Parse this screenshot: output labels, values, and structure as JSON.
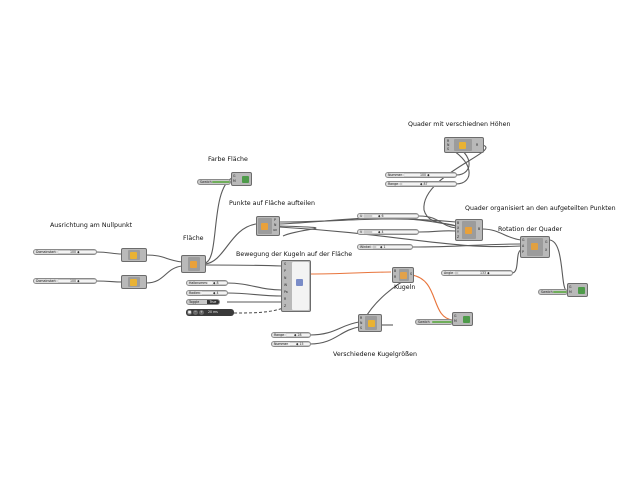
{
  "titles": {
    "ausrichtung": "Ausrichtung am Nullpunkt",
    "flaeche": "Fläche",
    "farbe_flaeche": "Farbe Fläche",
    "punkte": "Punkte auf Fläche aufteilen",
    "quader_hoehen": "Quader mit verschiednen Höhen",
    "quader_organisiert": "Quader organisiert an den aufgeteilten Punkten",
    "rotation": "Rotation der Quader",
    "bewegung": "Bewegung der Kugeln auf der Fläche",
    "kugeln": "Kugeln",
    "kugelgroessen": "Verschiedene Kugelgrößen"
  },
  "sliders": {
    "domain_a": {
      "label": "Domainstart",
      "value": "100 ◆"
    },
    "domain_b": {
      "label": "Domainstart",
      "value": "100 ◆"
    },
    "anzahl_hoehen": {
      "label": "Nummer",
      "value": "100 ◆"
    },
    "range_hoehen": {
      "label": "Range",
      "value": "◆ 87"
    },
    "u_count": {
      "label": "U",
      "value": "◆ 6"
    },
    "v_count": {
      "label": "V",
      "value": "◆ 4"
    },
    "winkel": {
      "label": "Winkel",
      "value": "◆ 1"
    },
    "angle": {
      "label": "Angle",
      "value": "133 ◆"
    },
    "halbnummer": {
      "label": "Halbnummer",
      "value": "◆ 8"
    },
    "radius_a": {
      "label": "Radien",
      "value": "◆ 4"
    },
    "kugel_range": {
      "label": "Range",
      "value": "◆ 28"
    },
    "kugel_anzahl": {
      "label": "Nummer",
      "value": "◆ 15"
    }
  },
  "toggle": {
    "label": "Toggle",
    "value": "True"
  },
  "timer": {
    "value": "20 ms"
  },
  "swatches": {
    "farbe_flaeche": {
      "label": "Swatch"
    },
    "kugeln": {
      "label": "Swatch"
    },
    "quader": {
      "label": "Swatch"
    }
  },
  "components": {
    "custom_preview": {
      "ports_in": [
        "G",
        "M"
      ]
    },
    "bewegung": {
      "ports_in": [
        "S",
        "P",
        "N",
        "W",
        "Pa",
        "R",
        "Z"
      ]
    },
    "quader": {
      "ports_in": [
        "B",
        "X",
        "Y",
        "Z"
      ],
      "ports_out": [
        "B"
      ]
    },
    "rotate": {
      "ports_in": [
        "G",
        "A",
        "P"
      ],
      "ports_out": [
        "G",
        "X"
      ]
    },
    "sphere": {
      "ports_in": [
        "B",
        "R"
      ],
      "ports_out": [
        "S"
      ]
    },
    "divide": {
      "ports_in": [
        "S",
        "U",
        "V"
      ],
      "ports_out": [
        "P",
        "N",
        "uv"
      ]
    },
    "surface": {
      "ports_in": [
        "A",
        "B"
      ],
      "ports_out": [
        "S"
      ]
    }
  },
  "colors": {
    "wire": "#5a5a5a",
    "wire_selected": "#e8743b",
    "component_bg": "#b9b9b9",
    "swatch_green": "#6fae5a"
  }
}
